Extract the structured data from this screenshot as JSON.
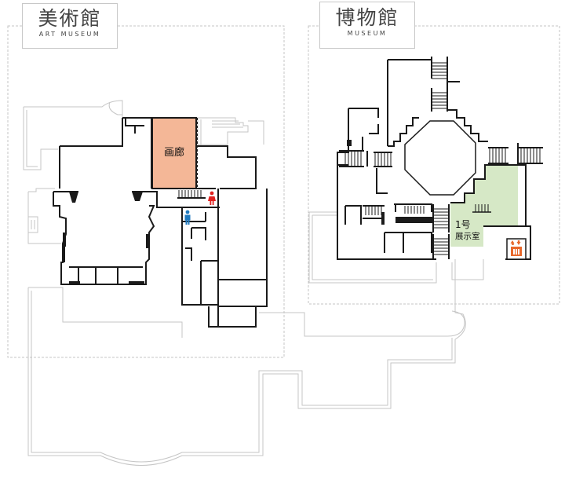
{
  "wings": {
    "art": {
      "name_jp": "美術館",
      "name_en": "ART MUSEUM"
    },
    "museum": {
      "name_jp": "博物館",
      "name_en": "MUSEUM"
    }
  },
  "rooms": {
    "gallery": {
      "label": "画廊",
      "color": "#f4b797"
    },
    "exhibit1": {
      "number": "1号",
      "label": "展示室",
      "color": "#d6e8c6"
    }
  },
  "icons": {
    "female_restroom": {
      "color": "#e0211f"
    },
    "male_restroom": {
      "color": "#1f7ac0"
    },
    "elevator": {
      "color": "#e8682b"
    }
  }
}
